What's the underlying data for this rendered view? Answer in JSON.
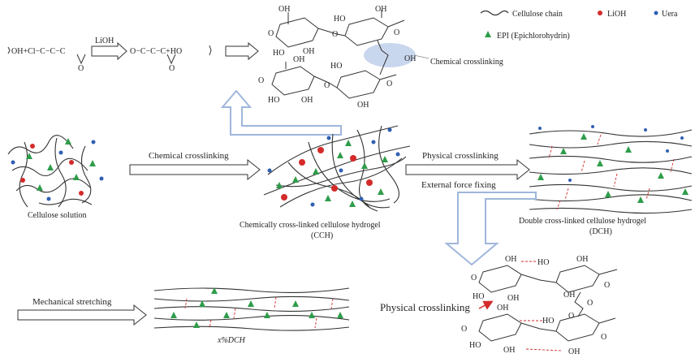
{
  "legend": {
    "cellulose_chain": "Cellulose chain",
    "lioh": "LiOH",
    "urea": "Uera",
    "epi": "EPI (Epichlorohydrin)",
    "colors": {
      "lioh": "#d42a2a",
      "urea": "#2f5fb3",
      "epi": "#2e9d4a"
    }
  },
  "reaction": {
    "reactant": "OH+Cl−C−C−C",
    "catalyst": "LiOH",
    "product": "O−C−C−C+HO",
    "epoxide_o": "O"
  },
  "labels": {
    "chemical_crosslinking_structure": "Chemical crosslinking",
    "chemical_crosslinking_arrow": "Chemical crosslinking",
    "physical_crosslinking_arrow": "Physical crosslinking",
    "external_force_fixing": "External force fixing",
    "mechanical_stretching": "Mechanical stretching",
    "physical_crosslinking_bottom": "Physical crosslinking"
  },
  "states": {
    "solution": {
      "name": "Cellulose solution"
    },
    "cch": {
      "name": "Chemically cross-linked cellulose hydrogel",
      "abbr": "(CCH)"
    },
    "dch": {
      "name": "Double cross-linked cellulose hydrogel",
      "abbr": "(DCH)"
    },
    "xdch": {
      "name": "x%DCH"
    }
  },
  "chem_text": {
    "oh": "OH",
    "ho": "HO",
    "o": "O",
    "open_o": "O"
  }
}
